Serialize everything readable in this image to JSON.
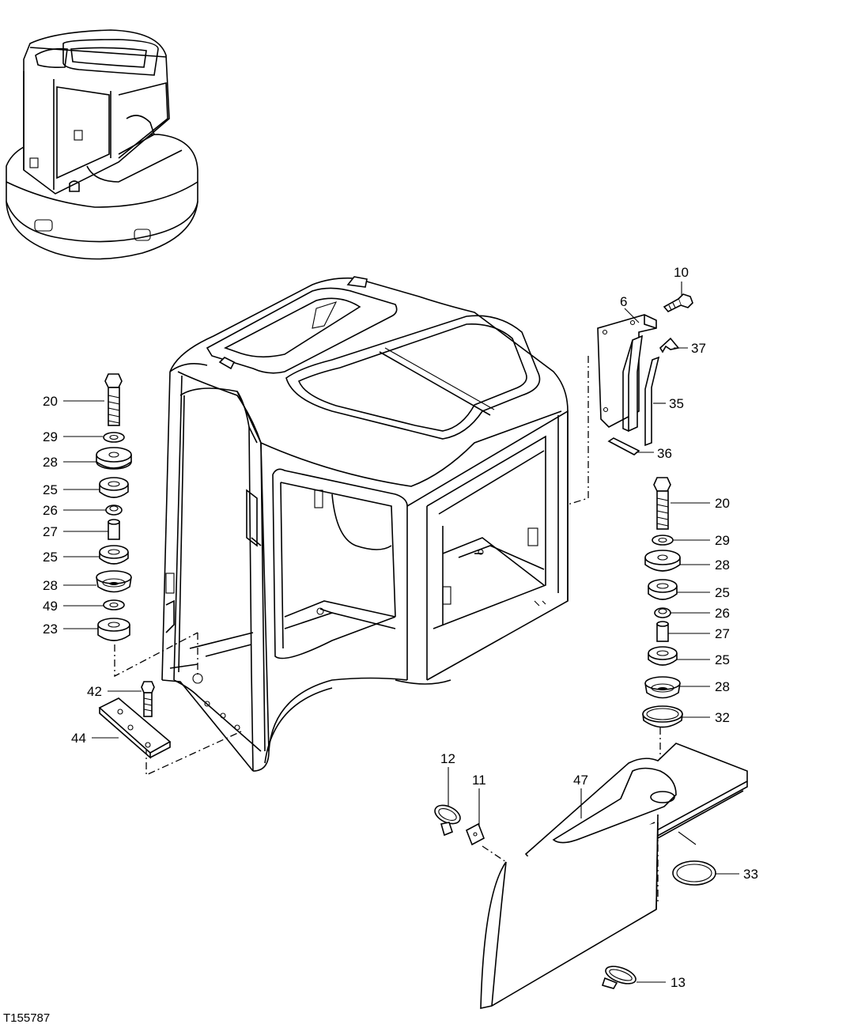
{
  "figure_id": "T155787",
  "callouts": {
    "c10": "10",
    "c6": "6",
    "c37": "37",
    "c35": "35",
    "c36": "36",
    "l20": "20",
    "l29": "29",
    "l28a": "28",
    "l25a": "25",
    "l26": "26",
    "l27": "27",
    "l25b": "25",
    "l28b": "28",
    "l49": "49",
    "l23": "23",
    "l42": "42",
    "l44": "44",
    "r20": "20",
    "r29": "29",
    "r28a": "28",
    "r25a": "25",
    "r26": "26",
    "r27": "27",
    "r25b": "25",
    "r28b": "28",
    "r32": "32",
    "c12": "12",
    "c11": "11",
    "c47": "47",
    "c33": "33",
    "c13": "13"
  },
  "colors": {
    "ink": "#000000",
    "paper": "#ffffff"
  }
}
